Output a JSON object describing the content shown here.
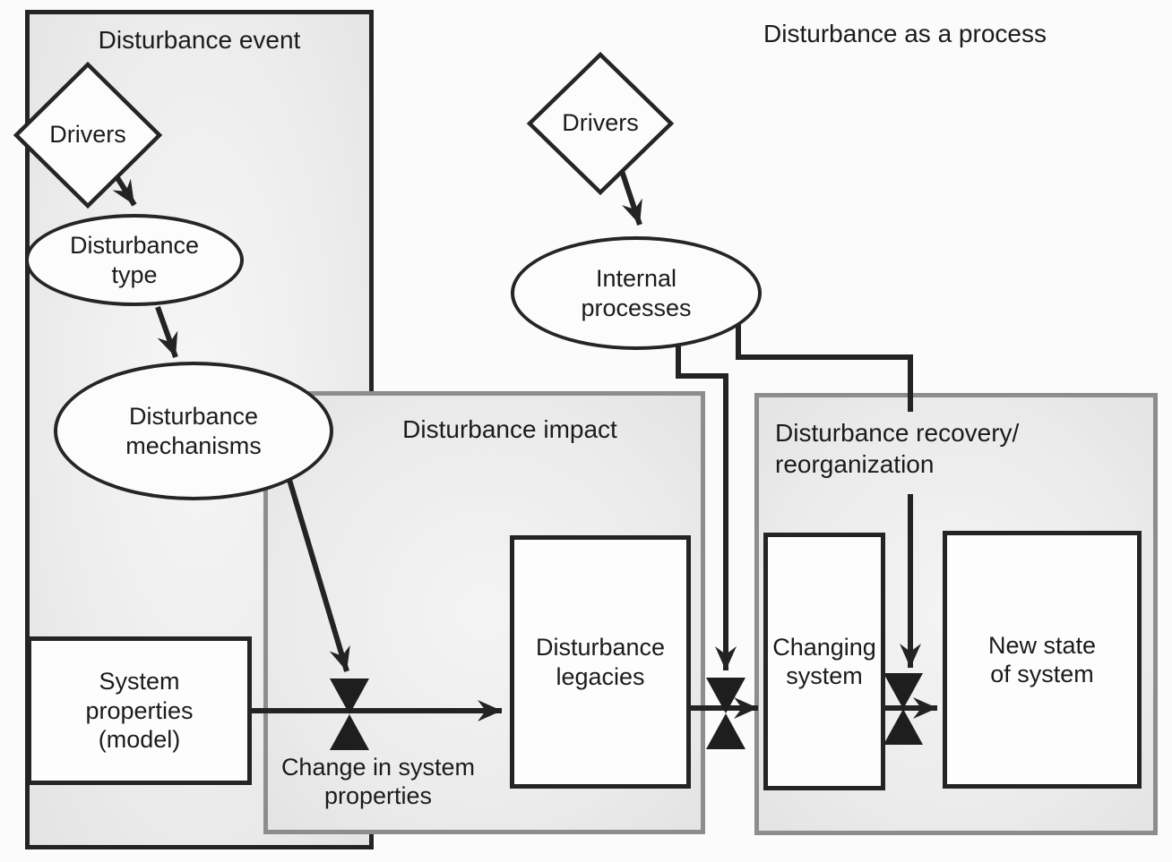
{
  "titles": {
    "disturbance_event": "Disturbance event",
    "disturbance_as_process": "Disturbance as a process",
    "disturbance_impact": "Disturbance impact",
    "disturbance_recovery_line1": "Disturbance recovery/",
    "disturbance_recovery_line2": "reorganization"
  },
  "nodes": {
    "drivers_left": {
      "label": "Drivers",
      "shape": "diamond"
    },
    "drivers_right": {
      "label": "Drivers",
      "shape": "diamond"
    },
    "disturbance_type": {
      "label": "Disturbance type",
      "shape": "ellipse"
    },
    "disturbance_mechanisms": {
      "label": "Disturbance mechanisms",
      "shape": "ellipse"
    },
    "internal_processes": {
      "label": "Internal processes",
      "shape": "ellipse"
    },
    "system_properties": {
      "label": "System properties (model)",
      "shape": "rectangle"
    },
    "disturbance_legacies": {
      "label": "Disturbance legacies",
      "shape": "rectangle"
    },
    "changing_system": {
      "label": "Changing system",
      "shape": "rectangle"
    },
    "new_state_of_system": {
      "label": "New state of system",
      "shape": "rectangle"
    },
    "change_in_system_properties": {
      "label": "Change in system properties",
      "shape": "bowtie-junction"
    }
  },
  "edges": [
    {
      "from": "drivers_left",
      "to": "disturbance_type"
    },
    {
      "from": "disturbance_type",
      "to": "disturbance_mechanisms"
    },
    {
      "from": "disturbance_mechanisms",
      "to": "change_in_system_properties_junction"
    },
    {
      "from": "system_properties",
      "to": "disturbance_legacies",
      "via": "change_in_system_properties_junction"
    },
    {
      "from": "drivers_right",
      "to": "internal_processes"
    },
    {
      "from": "internal_processes",
      "to": "junction_before_changing_system"
    },
    {
      "from": "internal_processes",
      "to": "junction_before_new_state"
    },
    {
      "from": "disturbance_legacies",
      "to": "changing_system",
      "via": "junction_before_changing_system"
    },
    {
      "from": "changing_system",
      "to": "new_state_of_system",
      "via": "junction_before_new_state"
    }
  ],
  "colors": {
    "background": "#fbfbfb",
    "section_fill": "#ececec",
    "event_border": "#242424",
    "gray_section_border": "#8d8d8d",
    "shape_fill": "#fcfcfc",
    "line": "#232323",
    "text": "#1b1b1b"
  }
}
